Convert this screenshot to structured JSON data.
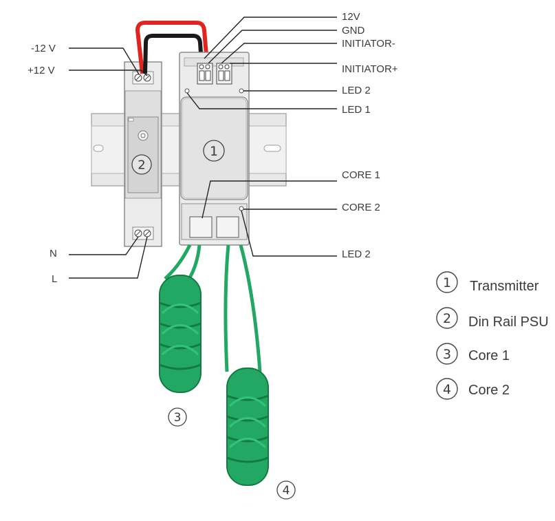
{
  "labels": {
    "v12": "12V",
    "gnd": "GND",
    "initiator_minus": "INITIATOR-",
    "initiator_plus": "INITIATOR+",
    "led2_top": "LED 2",
    "led1": "LED 1",
    "core1": "CORE 1",
    "core2": "CORE 2",
    "led2_bottom": "LED 2",
    "minus12v": "-12 V",
    "plus12v": "+12 V",
    "n": "N",
    "l": "L"
  },
  "markers": {
    "transmitter": "1",
    "psu": "2",
    "core1": "3",
    "core2": "4"
  },
  "legend": [
    {
      "num": "1",
      "text": "Transmitter"
    },
    {
      "num": "2",
      "text": "Din Rail PSU"
    },
    {
      "num": "3",
      "text": "Core 1"
    },
    {
      "num": "4",
      "text": "Core 2"
    }
  ],
  "colors": {
    "wire_red": "#e0241f",
    "wire_black": "#1a1a1a",
    "core_green": "#22a862",
    "core_green_dark": "#137a43",
    "rail": "#e6e6e6",
    "module": "#eeeeee"
  }
}
